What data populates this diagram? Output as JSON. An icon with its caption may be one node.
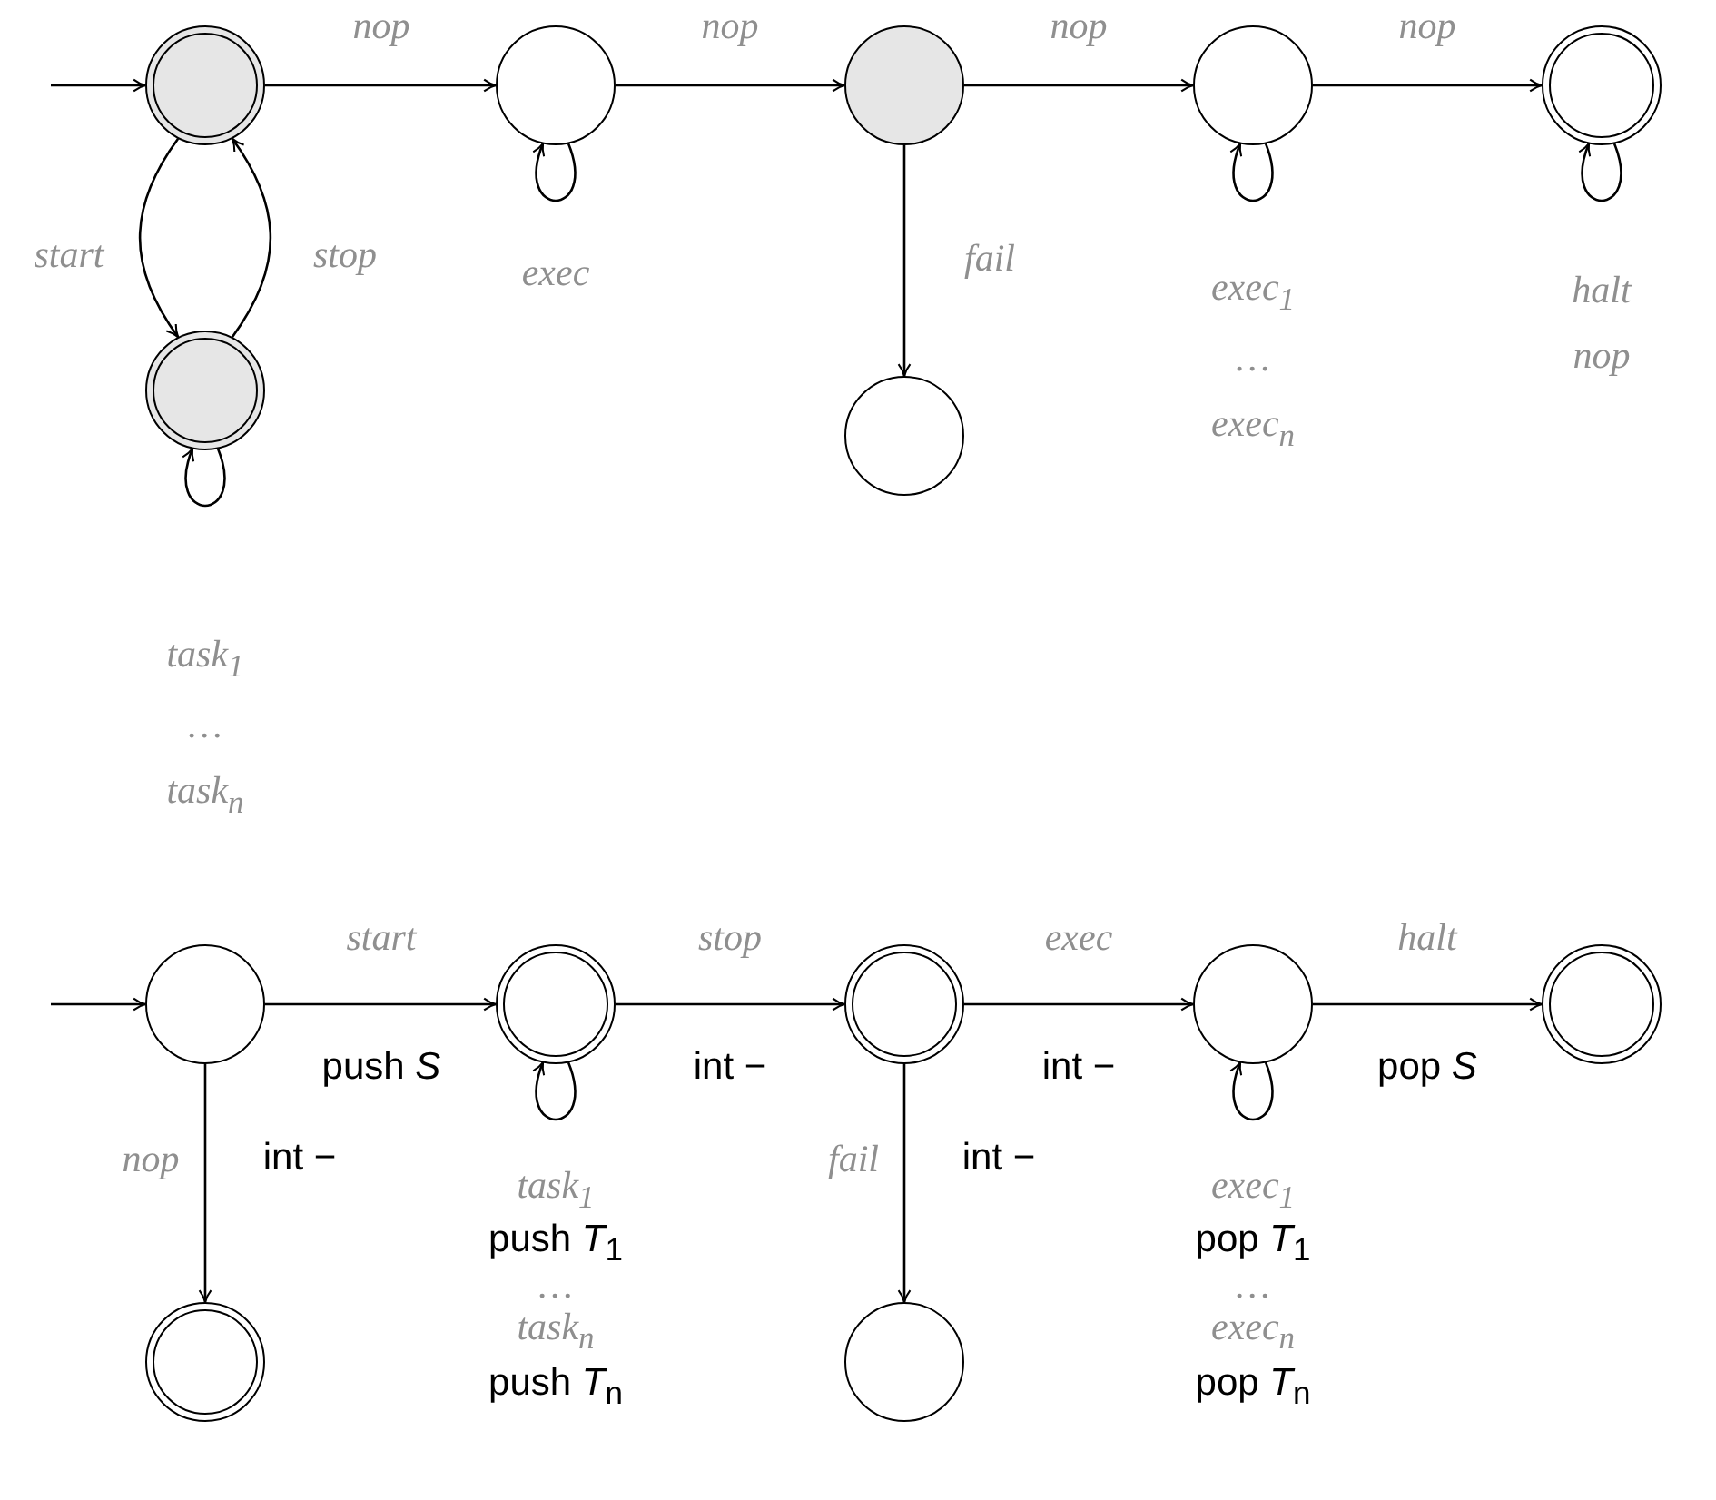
{
  "diagram": {
    "nodes": [
      {
        "text": [],
        "shape": "circle"
      },
      {
        "text": [],
        "shape": "circle"
      },
      {
        "text": [],
        "shape": "circle"
      },
      {
        "text": [],
        "shape": "circle"
      },
      {
        "text": [],
        "shape": "circle"
      },
      {
        "text": [],
        "shape": "circle"
      },
      {
        "text": [],
        "shape": "circle"
      },
      {
        "text": [],
        "shape": "circle"
      },
      {
        "text": [],
        "shape": "circle"
      },
      {
        "text": [],
        "shape": "circle"
      },
      {
        "text": [],
        "shape": "circle"
      },
      {
        "text": [],
        "shape": "circle"
      },
      {
        "text": [],
        "shape": "circle"
      },
      {
        "text": [],
        "shape": "circle"
      }
    ],
    "edges": [
      {
        "from": null,
        "to": 0,
        "arrow": "to"
      },
      {
        "from": 0,
        "to": 1,
        "arrow": "to",
        "label": "nop"
      },
      {
        "from": 1,
        "to": 2,
        "arrow": "to",
        "label": "nop"
      },
      {
        "from": 2,
        "to": 3,
        "arrow": "to",
        "label": "nop"
      },
      {
        "from": 3,
        "to": 4,
        "arrow": "to",
        "label": "nop"
      },
      {
        "from": 0,
        "to": 5,
        "arrow": "to",
        "label": "start"
      },
      {
        "from": 5,
        "to": 0,
        "arrow": "to",
        "label": "stop"
      },
      {
        "from": 1,
        "to": 1,
        "arrow": "to",
        "label": "exec"
      },
      {
        "from": 5,
        "to": 5,
        "arrow": "to",
        "label": "task$_{1}$ … task$_{n}$"
      },
      {
        "from": 2,
        "to": 6,
        "arrow": "to",
        "label": "fail"
      },
      {
        "from": 3,
        "to": 3,
        "arrow": "to",
        "label": "exec$_{1}$ … exec$_{n}$"
      },
      {
        "from": 4,
        "to": 4,
        "arrow": "to",
        "label": "halt nop"
      },
      {
        "from": null,
        "to": 7,
        "arrow": "to"
      },
      {
        "from": 7,
        "to": 8,
        "arrow": "to",
        "label": "start"
      },
      {
        "from": 8,
        "to": 9,
        "arrow": "to",
        "label": "stop"
      },
      {
        "from": 9,
        "to": 10,
        "arrow": "to",
        "label": "exec"
      },
      {
        "from": 10,
        "to": 11,
        "arrow": "to",
        "label": "halt"
      },
      {
        "from": 7,
        "to": 12,
        "arrow": "to",
        "label": "nop"
      },
      {
        "from": 9,
        "to": 13,
        "arrow": "to",
        "label": "fail"
      },
      {
        "from": 8,
        "to": 8,
        "arrow": "to",
        "label": "task$_{1}$"
      },
      {
        "from": 10,
        "to": 10,
        "arrow": "to",
        "label": "exec$_{1}$"
      }
    ],
    "labels": [
      "push *S*",
      "int −",
      "int −",
      "pop *S*",
      "int −",
      "int −",
      "push *T*$_{1}$",
      "pop *T*$_{1}$",
      "…",
      "…",
      "task$_{n}$",
      "exec$_{n}$",
      "push *T*$_{n}$",
      "pop *T*$_{n}$"
    ]
  }
}
